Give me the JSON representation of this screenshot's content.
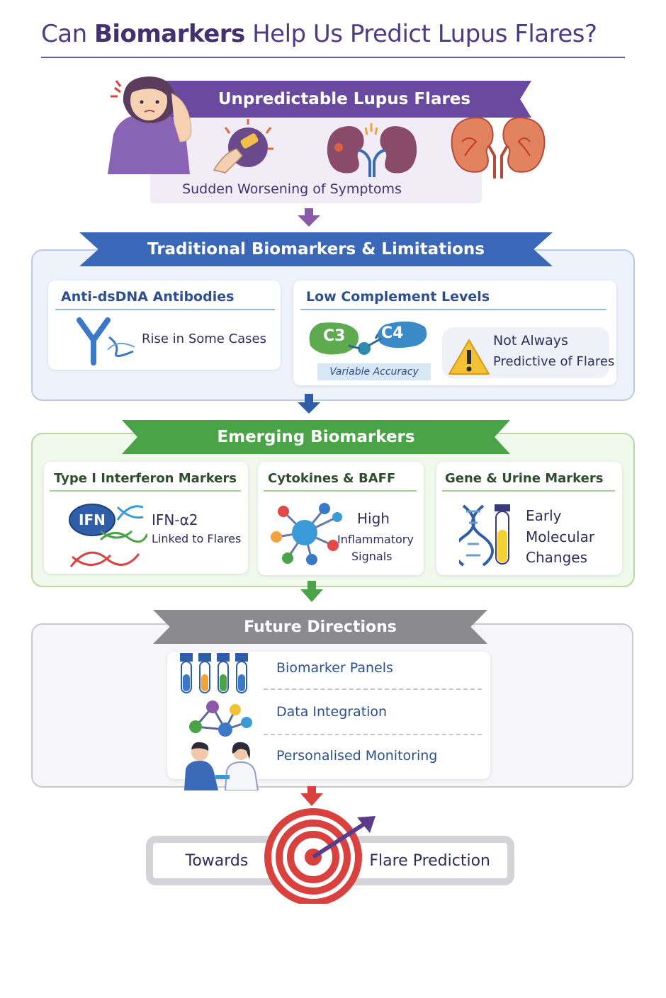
{
  "title": {
    "pre": "Can ",
    "bold": "Biomarkers",
    "post": " Help Us Predict Lupus Flares?"
  },
  "section1": {
    "ribbon": "Unpredictable Lupus Flares",
    "subtitle": "Sudden Worsening of Symptoms",
    "icons": [
      "woman-headache-icon",
      "head-pain-icon",
      "kidneys-icon",
      "inflamed-kidneys-icon"
    ]
  },
  "traditional": {
    "ribbon": "Traditional Biomarkers & Limitations",
    "card1": {
      "heading": "Anti-dsDNA Antibodies",
      "text": "Rise in Some Cases"
    },
    "card2": {
      "heading": "Low Complement Levels",
      "c3": "C3",
      "c4": "C4",
      "tag": "Variable Accuracy",
      "warning_line1": "Not Always",
      "warning_line2": "Predictive of Flares"
    }
  },
  "emerging": {
    "ribbon": "Emerging Biomarkers",
    "card1": {
      "heading": "Type I Interferon Markers",
      "badge": "IFN",
      "line1": "IFN-α2",
      "line2": "Linked to Flares"
    },
    "card2": {
      "heading": "Cytokines & BAFF",
      "line1": "High",
      "line2": "Inflammatory",
      "line3": "Signals"
    },
    "card3": {
      "heading": "Gene & Urine Markers",
      "line1": "Early",
      "line2": "Molecular",
      "line3": "Changes"
    }
  },
  "future": {
    "ribbon": "Future Directions",
    "items": [
      "Biomarker Panels",
      "Data Integration",
      "Personalised Monitoring"
    ]
  },
  "bottom": {
    "left": "Towards",
    "right": "Flare Prediction"
  },
  "colors": {
    "purple": "#6a4aa0",
    "blue": "#3b67b8",
    "green": "#4aa447",
    "gray": "#8b8b8f",
    "red": "#d9413f"
  }
}
